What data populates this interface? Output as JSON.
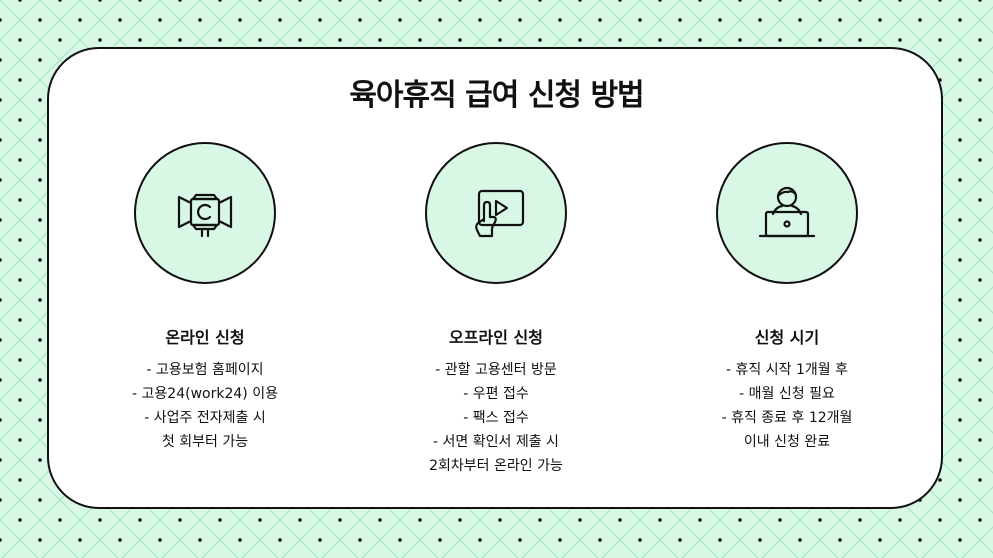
{
  "title": "육아휴직 급여 신청 방법",
  "colors": {
    "mint": "#d9f7e5",
    "pattern_line": "#a8e6c3",
    "ink": "#111111"
  },
  "columns": [
    {
      "icon": "spotlight-icon",
      "heading": "온라인 신청",
      "lines": [
        "- 고용보험 홈페이지",
        "- 고용24(work24) 이용",
        "- 사업주 전자제출 시",
        "첫 회부터 가능"
      ]
    },
    {
      "icon": "tablet-video-icon",
      "heading": "오프라인 신청",
      "lines": [
        "- 관할 고용센터 방문",
        "- 우편 접수",
        "- 팩스 접수",
        "- 서면 확인서 제출 시",
        "2회차부터 온라인 가능"
      ]
    },
    {
      "icon": "person-laptop-icon",
      "heading": "신청 시기",
      "lines": [
        "- 휴직 시작 1개월 후",
        "- 매월 신청 필요",
        "- 휴직 종료 후 12개월",
        "이내 신청 완료"
      ]
    }
  ]
}
